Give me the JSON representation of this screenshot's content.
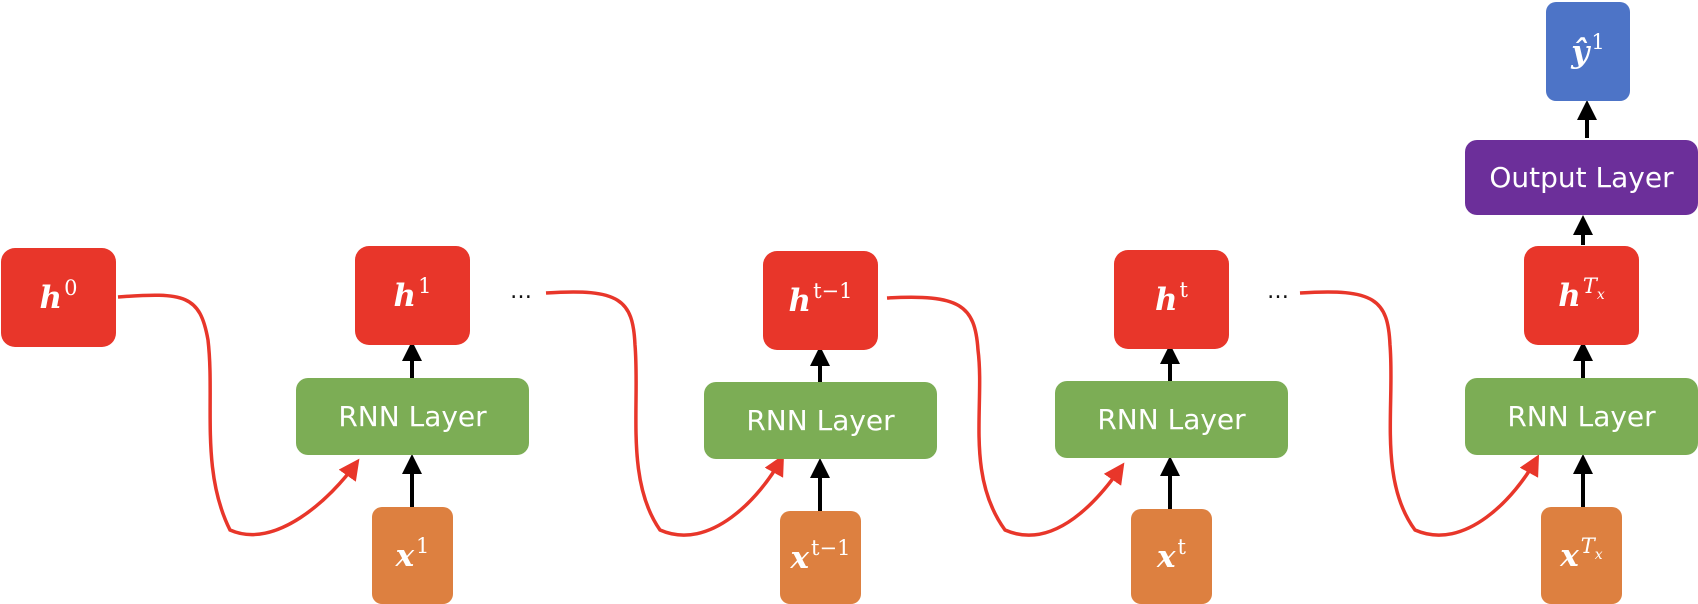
{
  "colors": {
    "hidden": "#e8362a",
    "input": "#dd8040",
    "rnn": "#7cad55",
    "output_layer": "#6c2f9a",
    "prediction": "#4d74c7",
    "recurrent_arrow": "#e8362a",
    "vertical_arrow": "#000000"
  },
  "hidden_states": [
    {
      "base": "h",
      "sup": "0"
    },
    {
      "base": "h",
      "sup": "1"
    },
    {
      "base": "h",
      "sup": "t−1"
    },
    {
      "base": "h",
      "sup": "t"
    },
    {
      "base": "h",
      "sup": "T",
      "sub": "x"
    }
  ],
  "inputs": [
    {
      "base": "x",
      "sup": "1"
    },
    {
      "base": "x",
      "sup": "t−1"
    },
    {
      "base": "x",
      "sup": "t"
    },
    {
      "base": "x",
      "sup": "T",
      "sub": "x"
    }
  ],
  "rnn_label": "RNN Layer",
  "output_layer_label": "Output Layer",
  "prediction": {
    "base": "ŷ",
    "sup": "1"
  },
  "ellipsis": "…"
}
